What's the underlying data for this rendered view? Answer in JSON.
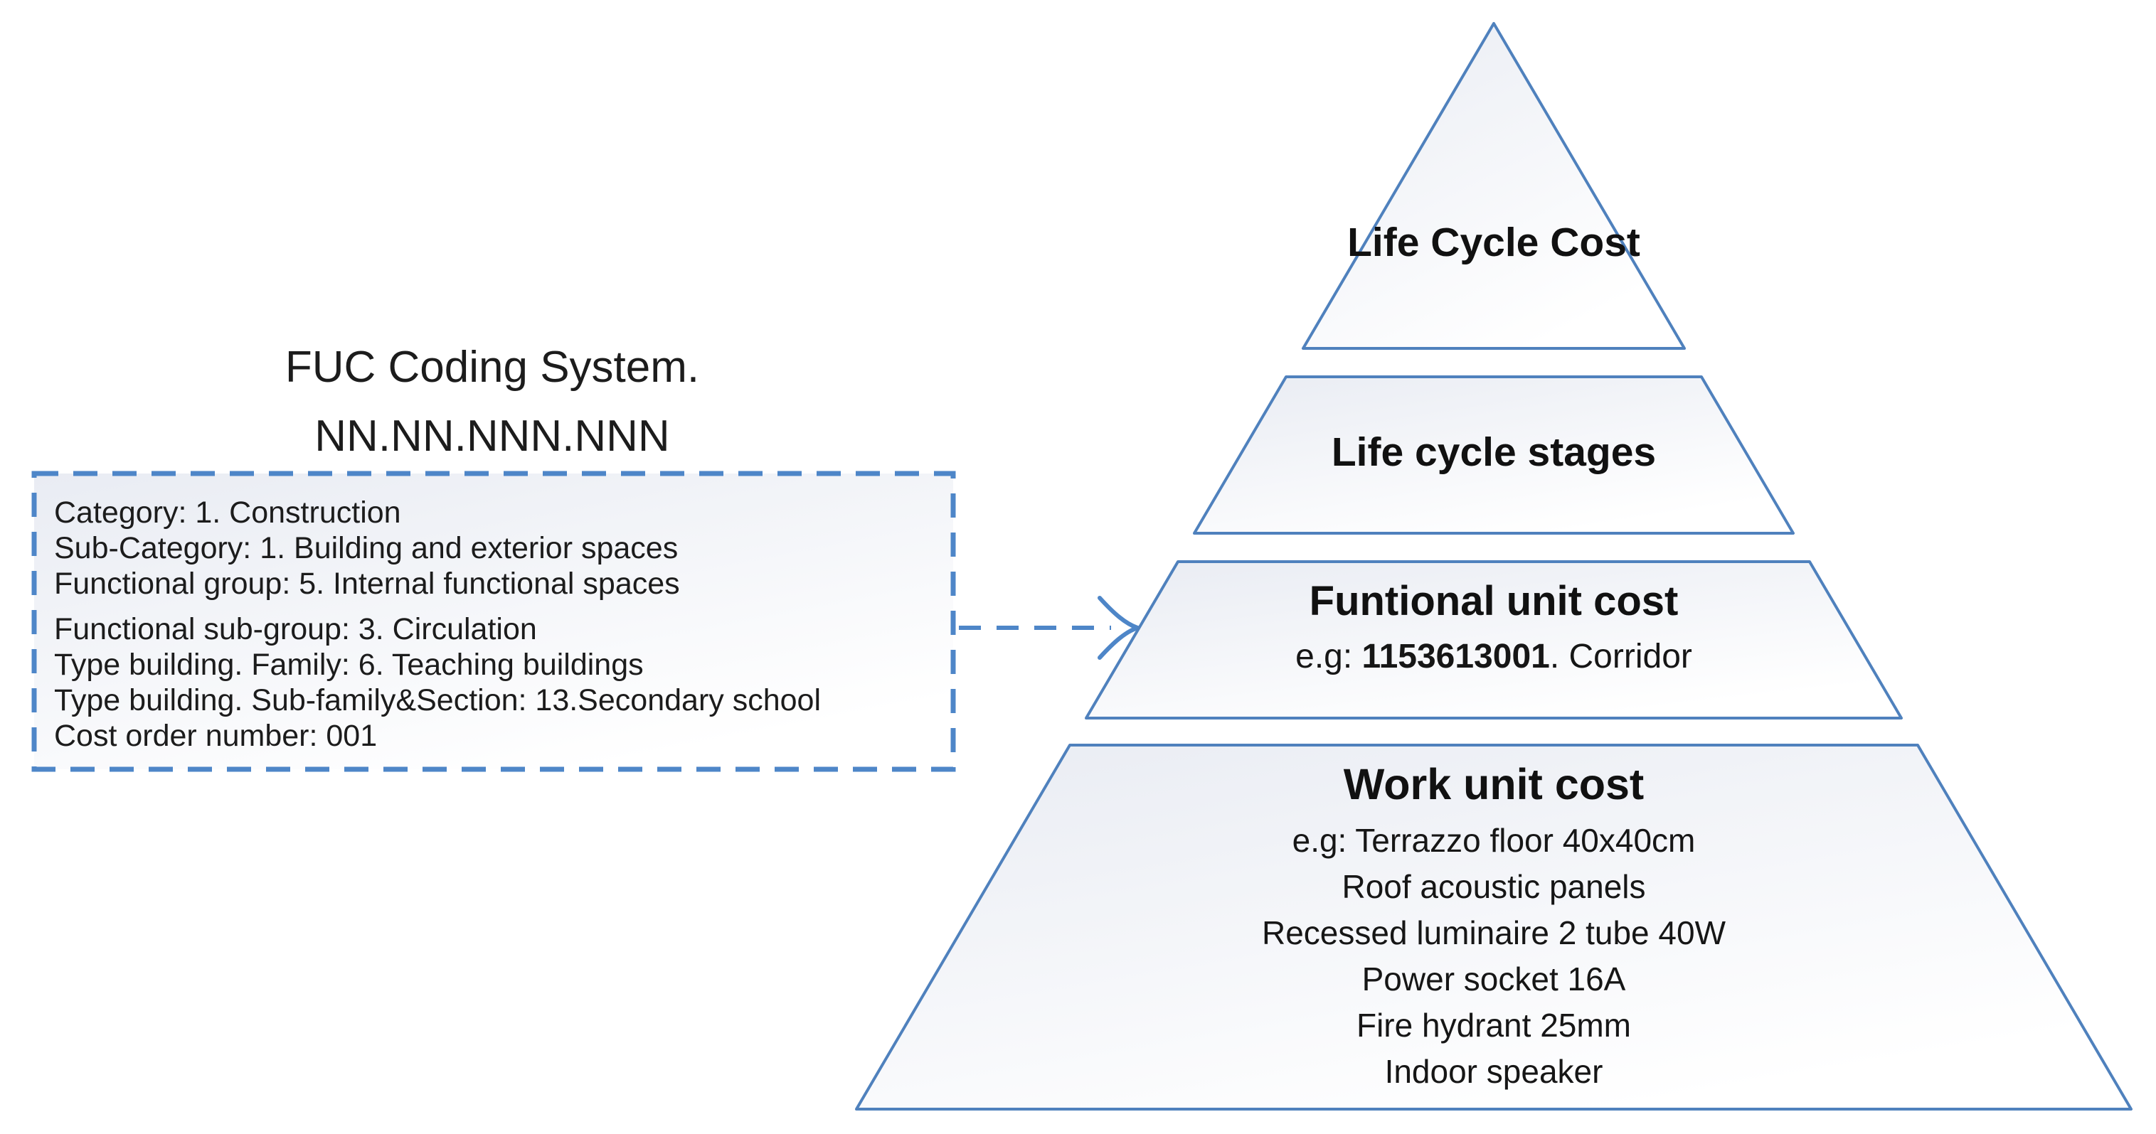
{
  "title": {
    "line1": "FUC Coding System.",
    "line2": "NN.NN.NNN.NNN"
  },
  "code_box": {
    "lines": [
      "Category: 1. Construction",
      "Sub-Category: 1. Building and exterior spaces",
      "Functional group: 5. Internal functional spaces",
      "Functional sub-group: 3. Circulation",
      "Type building. Family: 6. Teaching buildings",
      "Type building. Sub-family&Section: 13.Secondary school",
      "Cost order number: 001"
    ]
  },
  "pyramid": {
    "levels": [
      {
        "label": "Life Cycle Cost"
      },
      {
        "label": "Life cycle stages"
      },
      {
        "label": "Funtional unit cost",
        "example_prefix": "e.g: ",
        "example_code": "1153613001",
        "example_suffix": ". Corridor"
      },
      {
        "label": "Work unit cost",
        "examples": [
          "e.g: Terrazzo floor 40x40cm",
          "Roof acoustic panels",
          "Recessed luminaire 2 tube 40W",
          "Power socket 16A",
          "Fire hydrant 25mm",
          "Indoor speaker"
        ]
      }
    ]
  },
  "colors": {
    "shape_stroke": "#4f81bd",
    "dash_stroke": "#4e86c8",
    "text": "#1c1c1c",
    "fill_top": "#e9ecf3",
    "fill_bottom": "#ffffff"
  }
}
